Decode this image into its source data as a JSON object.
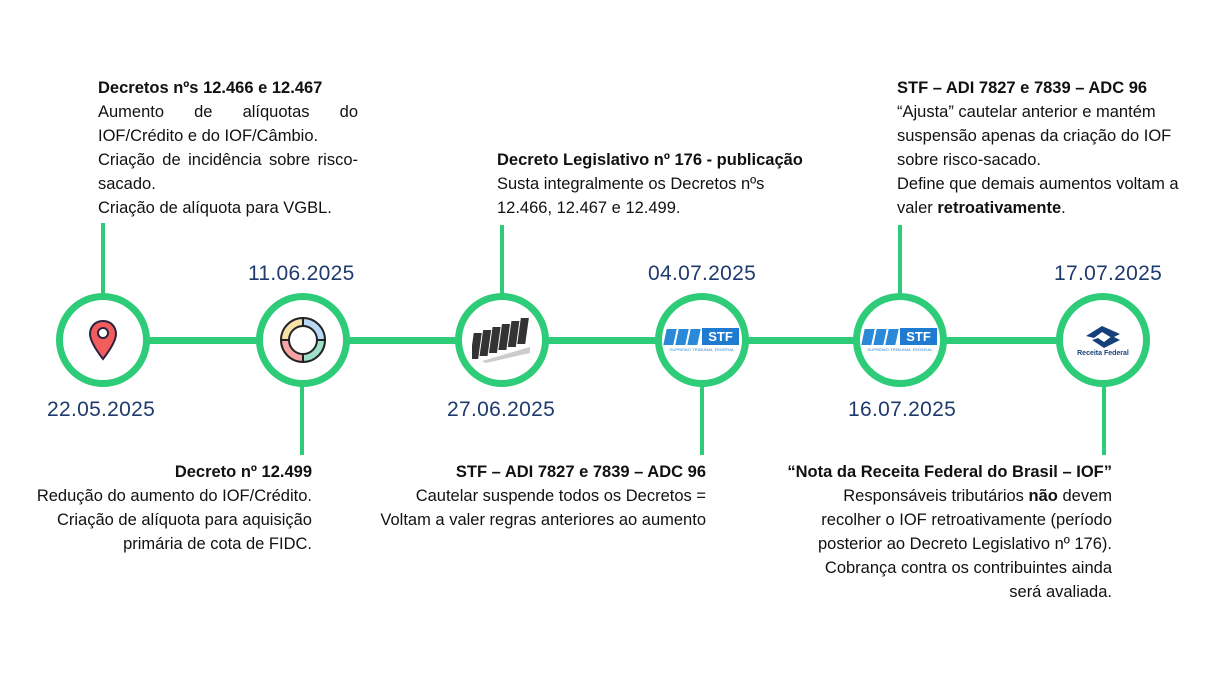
{
  "events": [
    {
      "date": "22.05.2025",
      "icon": "map-pin-icon",
      "title": "Decretos nºs 12.466 e 12.467",
      "lines": [
        "Aumento de alíquotas do IOF/Crédito e do IOF/Câmbio.",
        "Criação de incidência sobre risco-sacado.",
        "Criação de alíquota para VGBL."
      ]
    },
    {
      "date": "11.06.2025",
      "icon": "cycle-arrows-icon",
      "title": "Decreto nº 12.499",
      "lines": [
        "Redução do aumento do IOF/Crédito.",
        "Criação de alíquota para aquisição primária de cota de FIDC."
      ]
    },
    {
      "date": "27.06.2025",
      "icon": "domino-icon",
      "title": "Decreto Legislativo nº 176 - publicação",
      "lines": [
        "Susta integralmente os Decretos nºs 12.466, 12.467 e 12.499."
      ]
    },
    {
      "date": "04.07.2025",
      "icon": "stf-logo-icon",
      "title": "STF – ADI 7827 e 7839 – ADC 96",
      "lines": [
        "Cautelar suspende todos os Decretos = Voltam a valer regras anteriores ao aumento"
      ]
    },
    {
      "date": "16.07.2025",
      "icon": "stf-logo-icon",
      "title": "STF – ADI 7827 e 7839 – ADC 96",
      "lines": [
        "“Ajusta” cautelar anterior e mantém suspensão apenas da criação do IOF sobre risco-sacado.",
        "Define que demais aumentos voltam a valer",
        "retroativamente",
        "."
      ]
    },
    {
      "date": "17.07.2025",
      "icon": "receita-federal-logo-icon",
      "title": "“Nota da Receita Federal do Brasil – IOF”",
      "lines": [
        "Responsáveis tributários",
        "não",
        "devem recolher o IOF retroativamente (período posterior ao Decreto Legislativo nº 176).",
        "Cobrança contra os contribuintes ainda será avaliada."
      ]
    }
  ],
  "logos": {
    "stf_text": "STF",
    "stf_sub": "SUPREMO TRIBUNAL FEDERAL",
    "receita_text": "Receita Federal"
  },
  "colors": {
    "line": "#2ecc78",
    "date": "#1f3a6e"
  }
}
